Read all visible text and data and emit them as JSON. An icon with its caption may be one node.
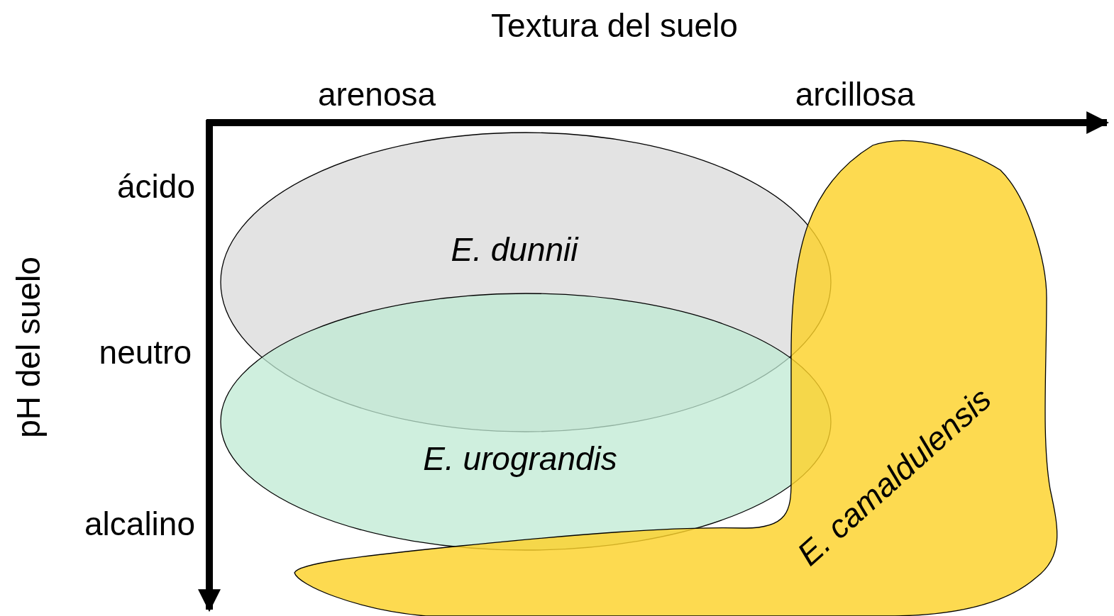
{
  "diagram": {
    "nodes": [
      {
        "text": [
          "E. dunnii"
        ]
      },
      {
        "text": [
          "E. urograndis"
        ]
      },
      {
        "text": [
          "E. camaldulensis"
        ]
      }
    ],
    "labels": [
      "Textura del suelo",
      "arenosa",
      "arcillosa",
      "ácido",
      "neutro",
      "alcalino",
      "pH del suelo"
    ]
  }
}
